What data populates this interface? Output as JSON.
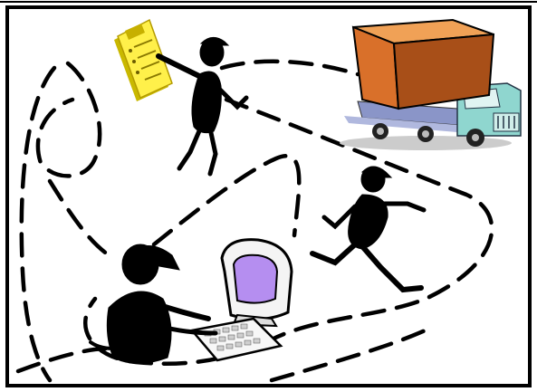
{
  "illustration": {
    "figures": [
      "clipboard-person",
      "running-person",
      "computer-person"
    ],
    "objects": [
      "delivery-truck",
      "cargo-box",
      "clipboard",
      "computer-monitor",
      "keyboard"
    ],
    "path_style": "dashed-loop",
    "colors": {
      "ink": "#000000",
      "box_front": "#d9702a",
      "box_top": "#f0a156",
      "box_side": "#a84f18",
      "truck_cab": "#8fd6cf",
      "truck_bed": "#8a95c8",
      "clipboard": "#fff04a",
      "screen": "#b58ef0",
      "background": "#ffffff"
    }
  }
}
